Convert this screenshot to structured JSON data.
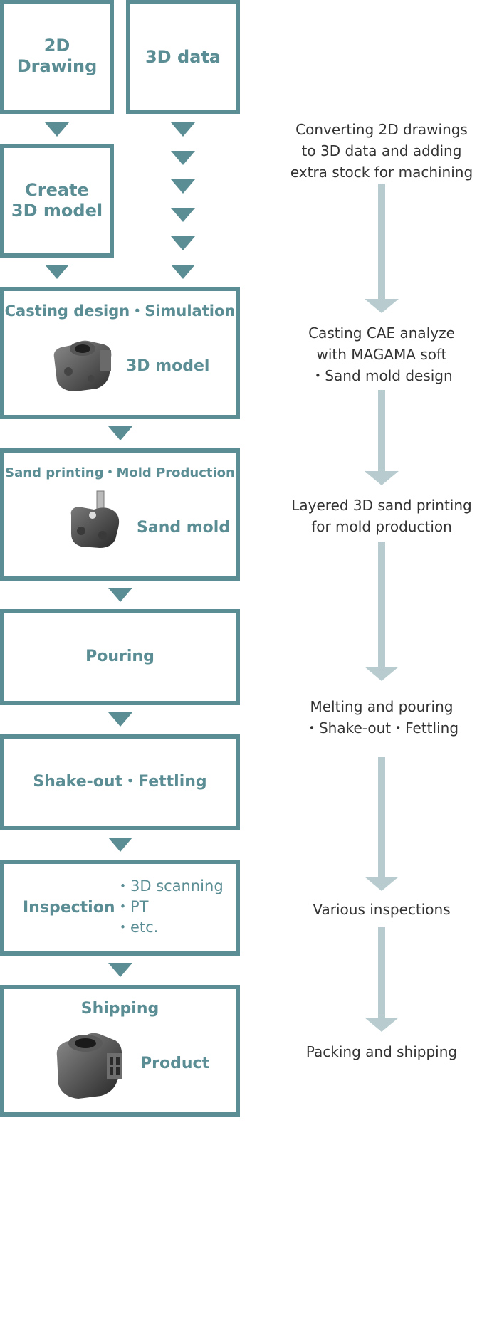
{
  "colors": {
    "box_border": "#5a8d94",
    "box_text": "#5a8d94",
    "flow_arrow": "#b8ccd0",
    "description_text": "#333333"
  },
  "steps": {
    "drawing_2d": {
      "line1": "2D",
      "line2": "Drawing"
    },
    "data_3d": {
      "label": "3D data"
    },
    "create_model": {
      "line1": "Create",
      "line2": "3D model"
    },
    "casting_design": {
      "title": "Casting design・Simulation",
      "caption": "3D model"
    },
    "sand_printing": {
      "title": "Sand printing・Mold Production",
      "caption": "Sand mold"
    },
    "pouring": {
      "label": "Pouring"
    },
    "shakeout": {
      "label": "Shake-out・Fettling"
    },
    "inspection": {
      "label": "Inspection",
      "items": [
        "・3D scanning",
        "・PT",
        "・etc."
      ]
    },
    "shipping": {
      "title": "Shipping",
      "caption": "Product"
    }
  },
  "descriptions": [
    {
      "lines": [
        "Converting 2D drawings",
        "to 3D data and adding",
        "extra stock for machining"
      ]
    },
    {
      "lines": [
        "Casting CAE analyze",
        "with MAGAMA soft",
        "・Sand mold design"
      ]
    },
    {
      "lines": [
        "Layered 3D sand printing",
        "for mold production"
      ]
    },
    {
      "lines": [
        "Melting and pouring",
        "・Shake-out・Fettling"
      ]
    },
    {
      "lines": [
        "Various inspections"
      ]
    },
    {
      "lines": [
        "Packing and shipping"
      ]
    }
  ]
}
